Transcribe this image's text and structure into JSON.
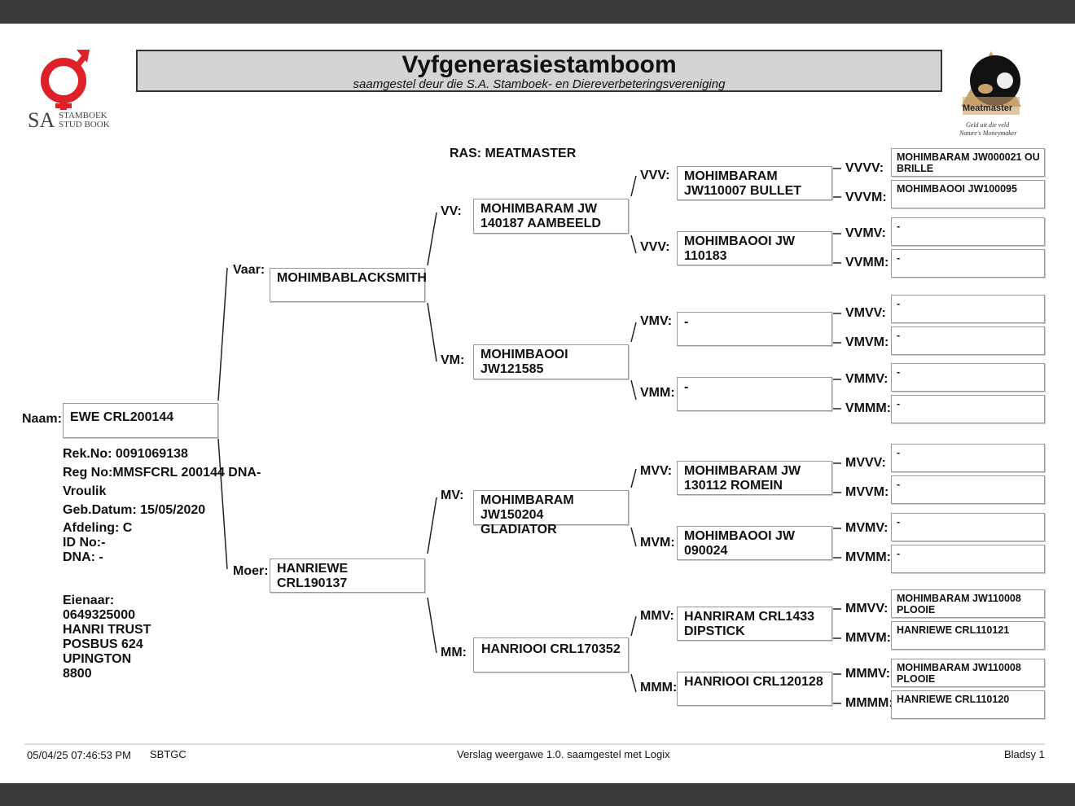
{
  "header": {
    "title": "Vyfgenerasiestamboom",
    "subtitle": "saamgestel deur die S.A. Stamboek- en Diereverbeteringsvereniging",
    "logo_left_sa": "SA",
    "logo_left_line1": "STAMBOEK",
    "logo_left_line2": "STUD BOOK",
    "logo_right_name": "Meatmaster",
    "logo_right_tag1": "Geld uit die veld",
    "logo_right_tag2": "Nature's Moneymaker",
    "breed": "RAS: MEATMASTER"
  },
  "animal": {
    "name_label": "Naam:",
    "name": "EWE CRL200144",
    "rek_no": "Rek.No: 0091069138",
    "reg_no": "Reg No:MMSFCRL 200144 DNA-",
    "sex": "Vroulik",
    "birth_date": "Geb.Datum: 15/05/2020",
    "division": "Afdeling: C",
    "id_no": "ID No:-",
    "dna": "DNA: -"
  },
  "owner": {
    "label": "Eienaar:",
    "phone": "0649325000",
    "name": "HANRI TRUST",
    "postbox": "POSBUS 624",
    "town": "UPINGTON",
    "code": "8800"
  },
  "gen1": {
    "sire_label": "Vaar:",
    "sire": "MOHIMBABLACKSMITH",
    "dam_label": "Moer:",
    "dam": "HANRIEWE CRL190137"
  },
  "gen2": {
    "vv_label": "VV:",
    "vv": "MOHIMBARAM JW 140187 AAMBEELD",
    "vm_label": "VM:",
    "vm": "MOHIMBAOOI JW121585",
    "mv_label": "MV:",
    "mv": "MOHIMBARAM JW150204 GLADIATOR",
    "mm_label": "MM:",
    "mm": "HANRIOOI CRL170352"
  },
  "gen3": {
    "vvv_label": "VVV:",
    "vvv": "MOHIMBARAM JW110007 BULLET",
    "vvm_label": "VVV:",
    "vvm": "MOHIMBAOOI JW 110183",
    "vmv_label": "VMV:",
    "vmv": "-",
    "vmm_label": "VMM:",
    "vmm": "-",
    "mvv_label": "MVV:",
    "mvv": "MOHIMBARAM JW 130112 ROMEIN",
    "mvm_label": "MVM:",
    "mvm": "MOHIMBAOOI JW 090024",
    "mmv_label": "MMV:",
    "mmv": "HANRIRAM CRL1433 DIPSTICK",
    "mmm_label": "MMM:",
    "mmm": "HANRIOOI CRL120128"
  },
  "gen4": [
    {
      "label": "VVVV:",
      "value": "MOHIMBARAM JW000021 OU BRILLE"
    },
    {
      "label": "VVVM:",
      "value": "MOHIMBAOOI JW100095"
    },
    {
      "label": "VVMV:",
      "value": "-"
    },
    {
      "label": "VVMM:",
      "value": "-"
    },
    {
      "label": "VMVV:",
      "value": "-"
    },
    {
      "label": "VMVM:",
      "value": "-"
    },
    {
      "label": "VMMV:",
      "value": "-"
    },
    {
      "label": "VMMM:",
      "value": "-"
    },
    {
      "label": "MVVV:",
      "value": "-"
    },
    {
      "label": "MVVM:",
      "value": "-"
    },
    {
      "label": "MVMV:",
      "value": "-"
    },
    {
      "label": "MVMM:",
      "value": "-"
    },
    {
      "label": "MMVV:",
      "value": "MOHIMBARAM JW110008 PLOOIE"
    },
    {
      "label": "MMVM:",
      "value": "HANRIEWE CRL110121"
    },
    {
      "label": "MMMV:",
      "value": "MOHIMBARAM JW110008 PLOOIE"
    },
    {
      "label": "MMMM:",
      "value": "HANRIEWE CRL110120"
    }
  ],
  "footer": {
    "timestamp": "05/04/25 07:46:53 PM",
    "org": "SBTGC",
    "report": "Verslag weergawe 1.0. saamgestel met Logix",
    "page": "Bladsy 1"
  }
}
